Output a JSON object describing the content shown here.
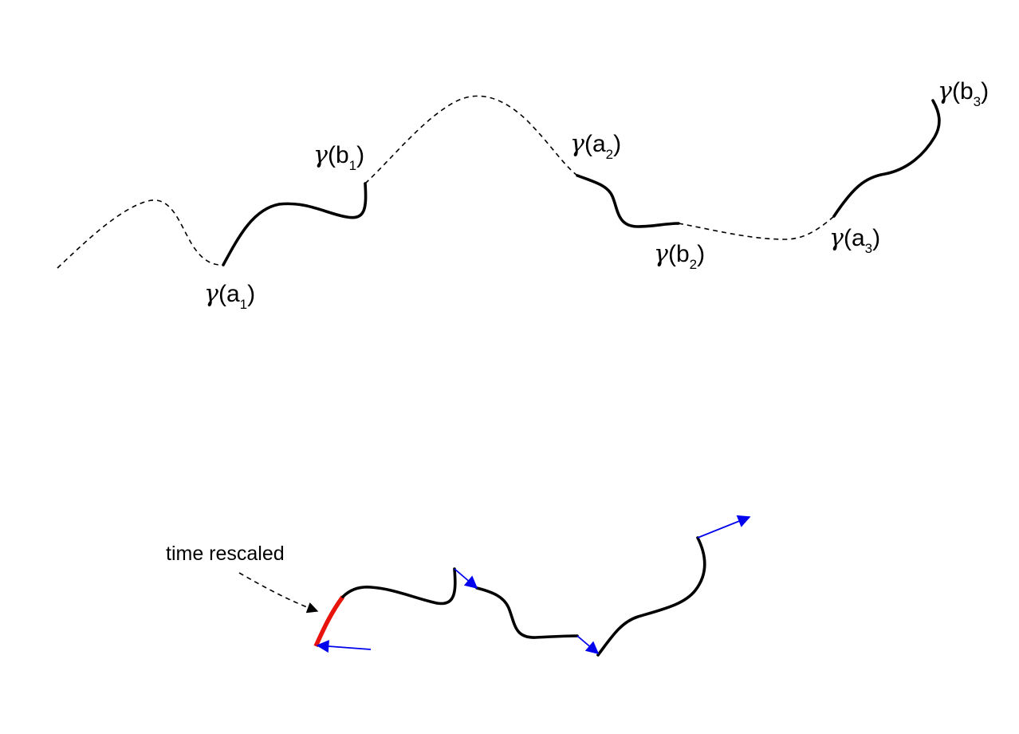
{
  "gamma_symbol": "γ",
  "labels": {
    "a1": {
      "arg": "a",
      "sub": "1"
    },
    "b1": {
      "arg": "b",
      "sub": "1"
    },
    "a2": {
      "arg": "a",
      "sub": "2"
    },
    "b2": {
      "arg": "b",
      "sub": "2"
    },
    "a3": {
      "arg": "a",
      "sub": "3"
    },
    "b3": {
      "arg": "b",
      "sub": "3"
    }
  },
  "annotation": {
    "text": "time rescaled"
  },
  "colors": {
    "curve": "#000000",
    "rescaled_segment": "#e8140c",
    "tangent_vectors": "#0000ee"
  }
}
